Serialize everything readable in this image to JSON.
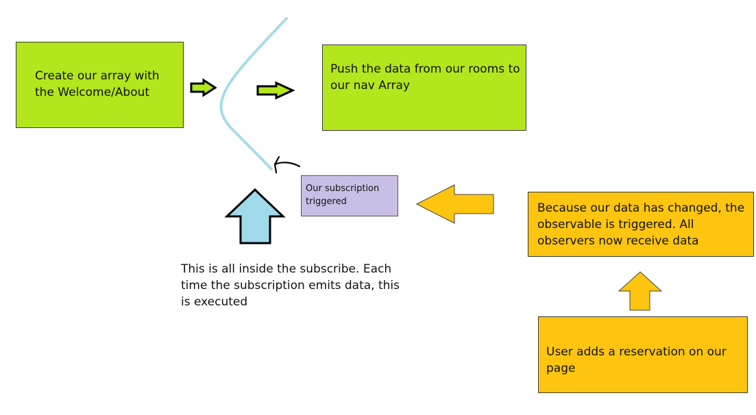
{
  "boxes": {
    "create": {
      "text": "Create our array with the Welcome/About",
      "fill": "#b3e61c"
    },
    "push": {
      "text": "Push the data from our rooms to our nav Array",
      "fill": "#b3e61c"
    },
    "subscription": {
      "text": "Our subscription triggered",
      "fill": "#c9bfe6"
    },
    "observable": {
      "text": "Because our data has changed, the observable is triggered. All observers now receive data",
      "fill": "#fdc510"
    },
    "user": {
      "text": "User adds a reservation on our page",
      "fill": "#fdc510"
    }
  },
  "note": "This is all inside the subscribe. Each time the subscription emits data, this is executed",
  "colors": {
    "green_arrow": "#b3e61c",
    "blue_arrow": "#9fd9ea",
    "curve": "#a8dbe6",
    "orange_arrow": "#fdc510",
    "outline": "#000000"
  },
  "icons": {
    "small_arrows": "arrow-right-icon",
    "big_up_arrow": "arrow-up-icon",
    "left_arrow": "arrow-left-icon",
    "curved_pointer": "curved-arrow-icon"
  }
}
